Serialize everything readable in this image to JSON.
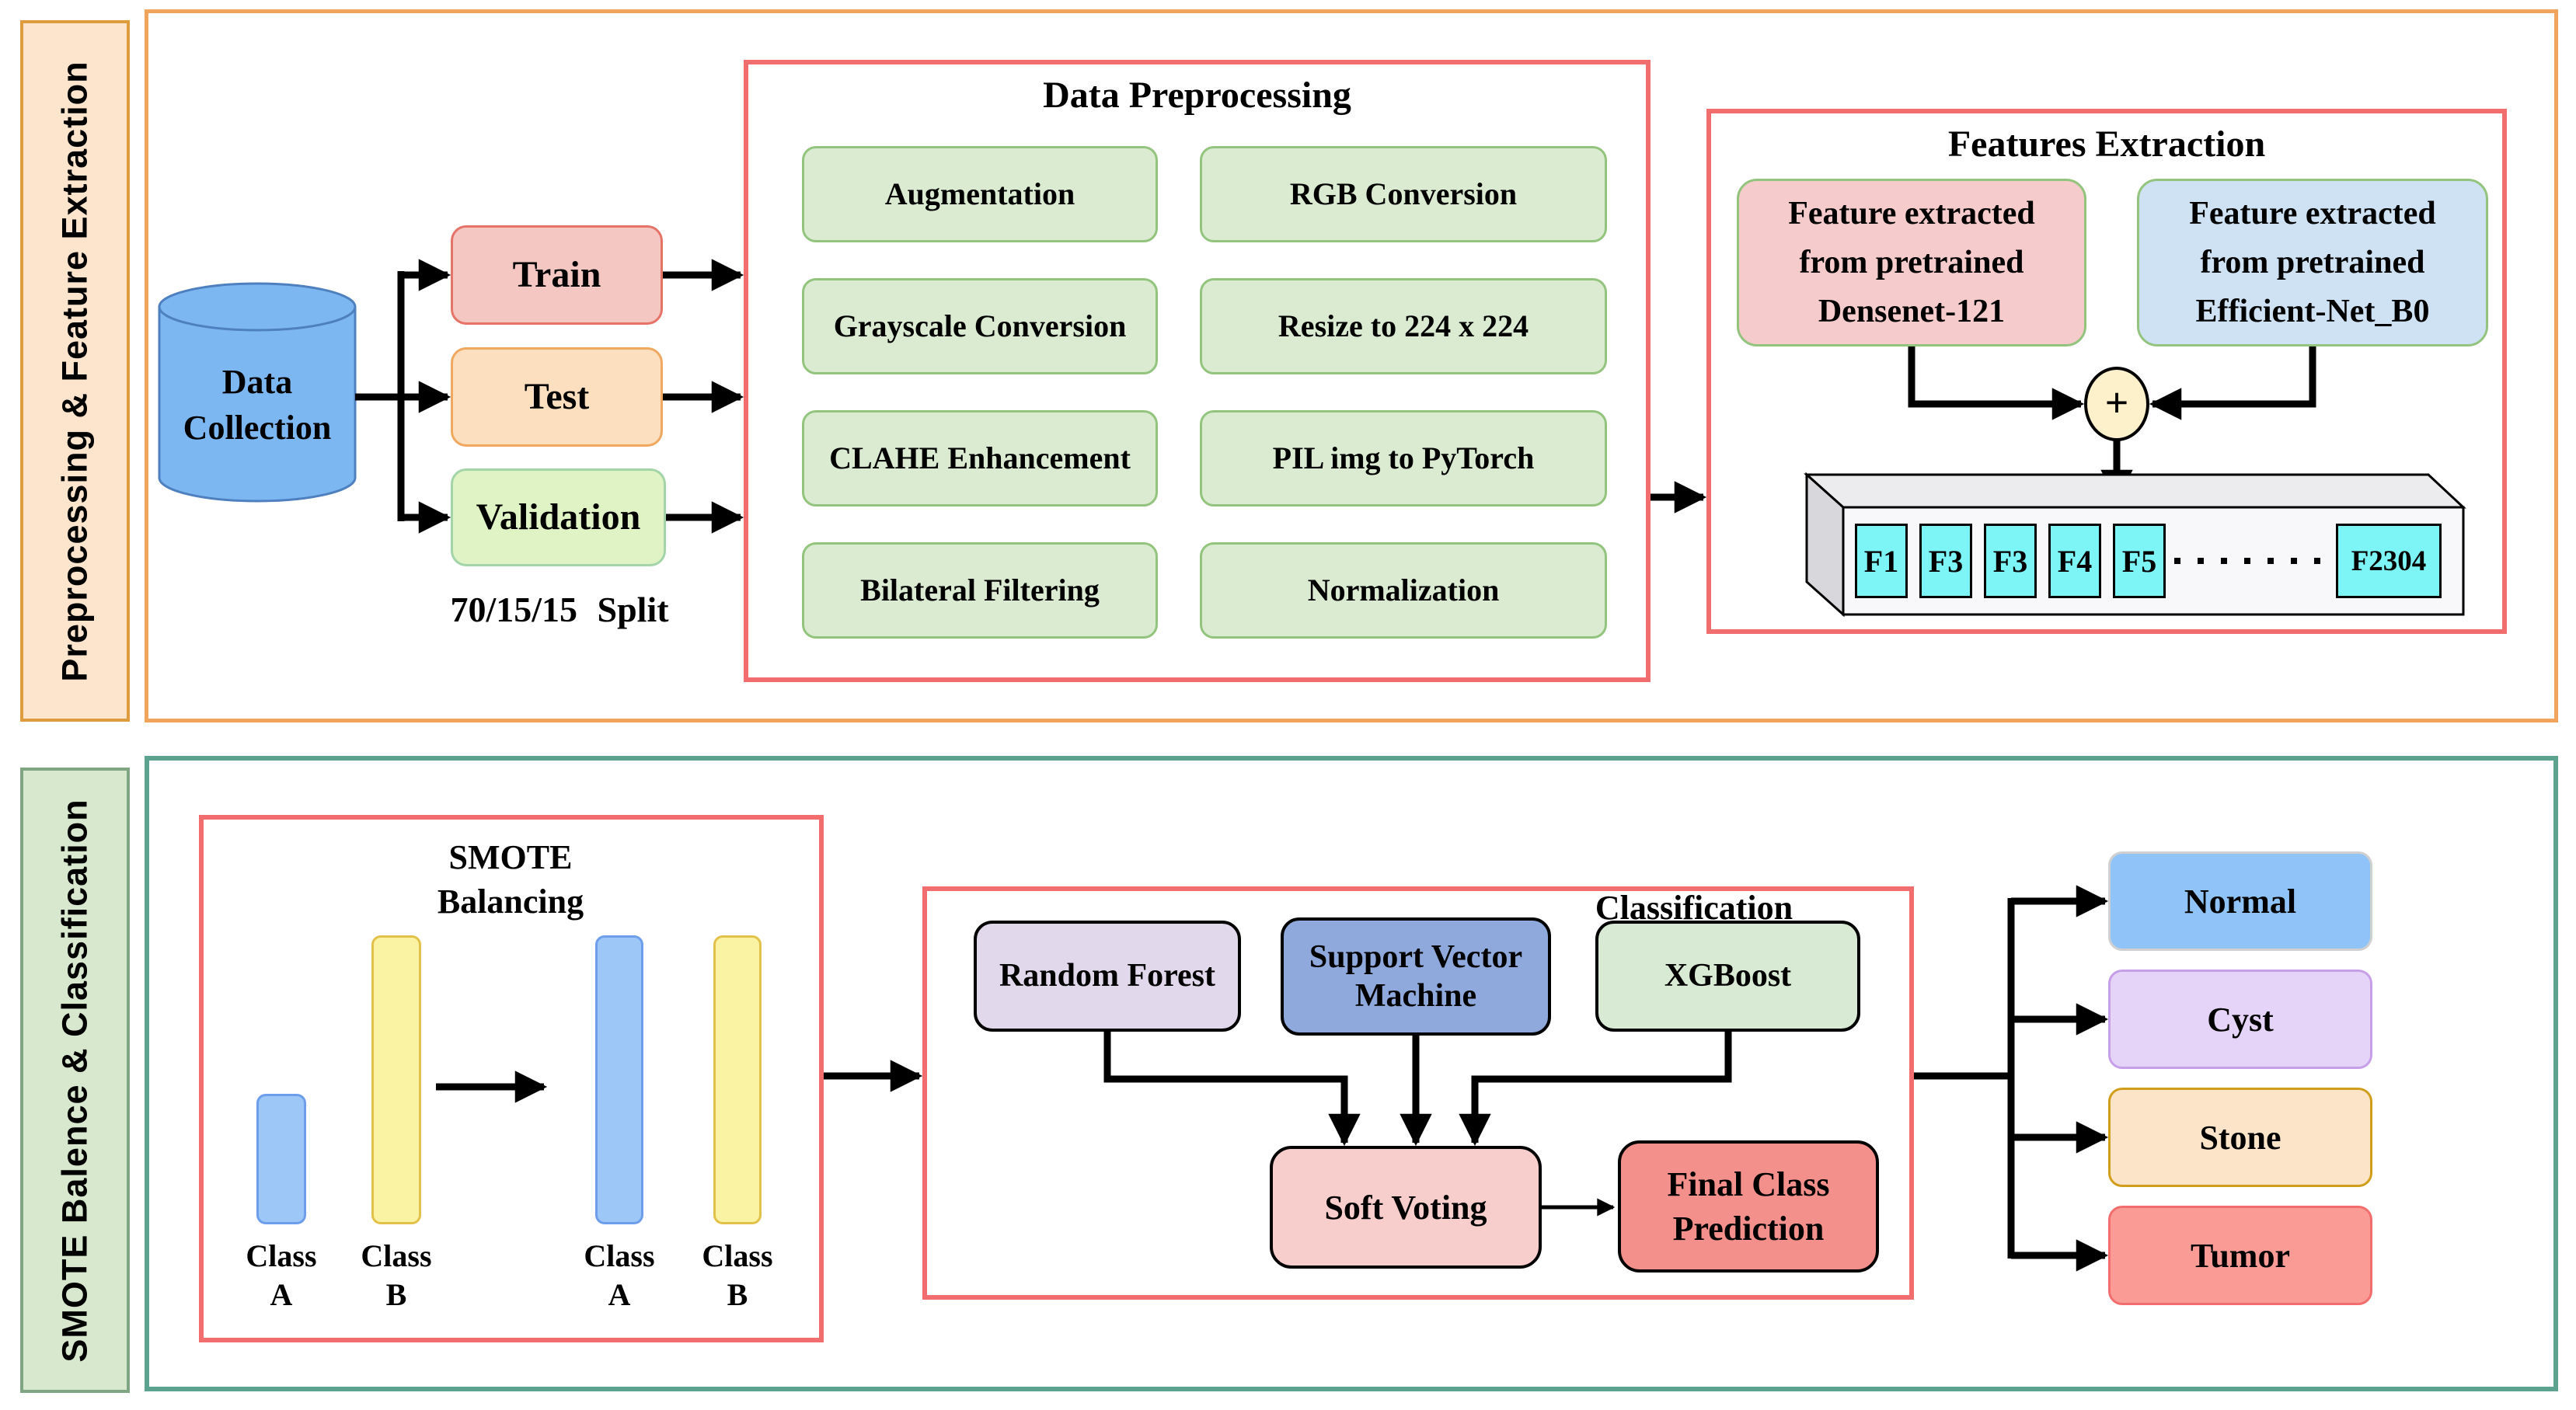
{
  "top": {
    "sidebar": "Preprocessing & Feature Extraction",
    "cylinder": [
      "Data",
      "Collection"
    ],
    "train": "Train",
    "test": "Test",
    "validation": "Validation",
    "split_note": "70/15/15 Split",
    "prep": {
      "title": "Data Preprocessing",
      "left": [
        "Augmentation",
        "Grayscale Conversion",
        "CLAHE Enhancement",
        "Bilateral Filtering"
      ],
      "right": [
        "RGB Conversion",
        "Resize to 224 x 224",
        "PIL img to PyTorch",
        "Normalization"
      ]
    },
    "feat": {
      "title": "Features Extraction",
      "densenet": [
        "Feature extracted",
        "from pretrained",
        "Densenet-121"
      ],
      "efficientnet": [
        "Feature extracted",
        "from pretrained",
        "Efficient-Net_B0"
      ],
      "plus": "+",
      "cells": [
        "F1",
        "F3",
        "F3",
        "F4",
        "F5",
        "F2304"
      ]
    }
  },
  "bottom": {
    "sidebar": "SMOTE Balence & Classification",
    "smote": {
      "title": [
        "SMOTE",
        "Balancing"
      ],
      "labels": [
        [
          "Class",
          "A"
        ],
        [
          "Class",
          "B"
        ],
        [
          "Class",
          "A"
        ],
        [
          "Class",
          "B"
        ]
      ]
    },
    "cls": {
      "title": "Classification",
      "rf": "Random Forest",
      "svm": [
        "Support Vector",
        "Machine"
      ],
      "xgb": "XGBoost",
      "soft": "Soft Voting",
      "final": [
        "Final Class",
        "Prediction"
      ]
    },
    "outputs": [
      "Normal",
      "Cyst",
      "Stone",
      "Tumor"
    ]
  },
  "colors": {
    "top_frame": "#F0A45C",
    "top_sidebar_bg": "#FCE4CD",
    "top_sidebar_border": "#DE9C3C",
    "bottom_frame": "#5BA28F",
    "bottom_sidebar_bg": "#D7E8CE",
    "panel_border": "#F26D6D",
    "step_bg": "#DAEBD2",
    "step_border": "#93C47D",
    "cylinder": "#7CB7F2",
    "train_bg": "#F4C7C3",
    "test_bg": "#FBDFBF",
    "validation_bg": "#DFF3C5",
    "densenet_bg": "#F6CBCB",
    "efficientnet_bg": "#CFE2F3",
    "plus_bg": "#FCF1CB",
    "feature_cell_bg": "#7DF4F6",
    "bar_blue": "#9CC7F7",
    "bar_yellow": "#FBF3A4",
    "random_forest_bg": "#E1D8EB",
    "svm_bg": "#8FA9DC",
    "xgboost_bg": "#D8EAD3",
    "soft_voting_bg": "#F8CECC",
    "final_bg": "#F3908B",
    "normal_bg": "#90C4F8",
    "cyst_bg": "#E5D4F8",
    "stone_bg": "#FCE4C9",
    "tumor_bg": "#FB9B95"
  }
}
